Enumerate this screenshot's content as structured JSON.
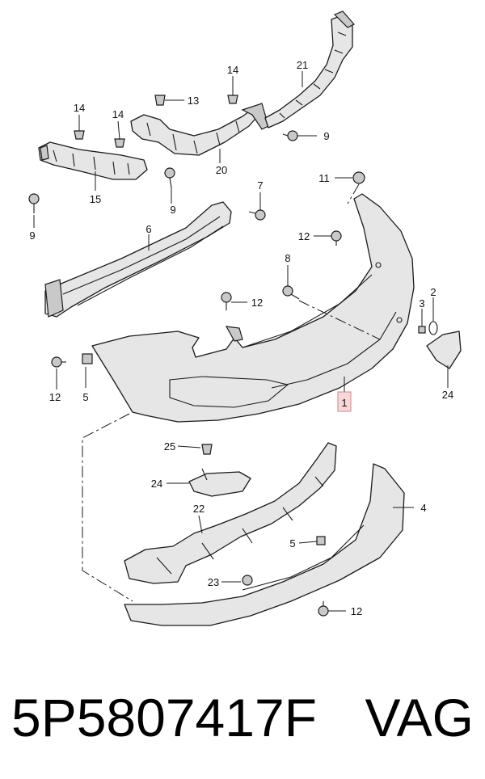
{
  "callouts": {
    "c1": "1",
    "c2": "2",
    "c3": "3",
    "c4": "4",
    "c5a": "5",
    "c5b": "5",
    "c6": "6",
    "c7": "7",
    "c8": "8",
    "c9a": "9",
    "c9b": "9",
    "c9c": "9",
    "c11": "11",
    "c12a": "12",
    "c12b": "12",
    "c12c": "12",
    "c12d": "12",
    "c13": "13",
    "c14a": "14",
    "c14b": "14",
    "c14c": "14",
    "c15": "15",
    "c20": "20",
    "c21": "21",
    "c22": "22",
    "c23": "23",
    "c24a": "24",
    "c24b": "24",
    "c25": "25"
  },
  "footer": {
    "part_number": "5P5807417F",
    "brand": "VAG"
  },
  "colors": {
    "highlight_fill": "#f7d7d7",
    "highlight_stroke": "#d08a8a",
    "part_fill": "#e6e6e6",
    "line": "#1a1a1a"
  }
}
